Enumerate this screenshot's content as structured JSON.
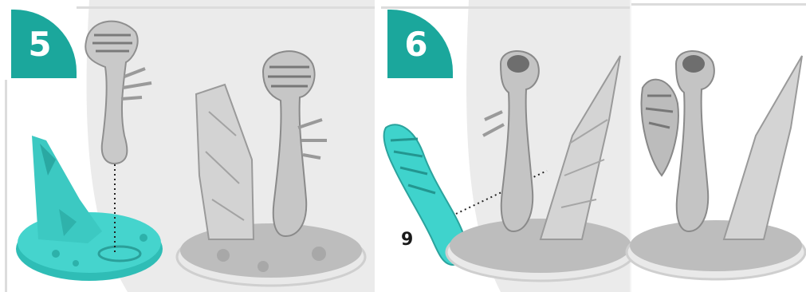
{
  "steps": [
    {
      "number": "5"
    },
    {
      "number": "6"
    }
  ],
  "callouts": [
    {
      "label": "9"
    }
  ],
  "colors": {
    "accent": "#1ba79c",
    "highlight_part": "#3fd3cc",
    "assembled_part": "#cfcfcf",
    "background_shade": "#ebebeb"
  },
  "figures": [
    {
      "name": "base-part-highlighted",
      "step": "5"
    },
    {
      "name": "tentacle-stalk-part",
      "step": "5"
    },
    {
      "name": "assembled-miniature",
      "step": "5"
    },
    {
      "name": "tentacle-arm-part-highlighted",
      "step": "6"
    },
    {
      "name": "assembled-miniature-front",
      "step": "6"
    },
    {
      "name": "assembled-miniature-back",
      "step": "6"
    }
  ]
}
